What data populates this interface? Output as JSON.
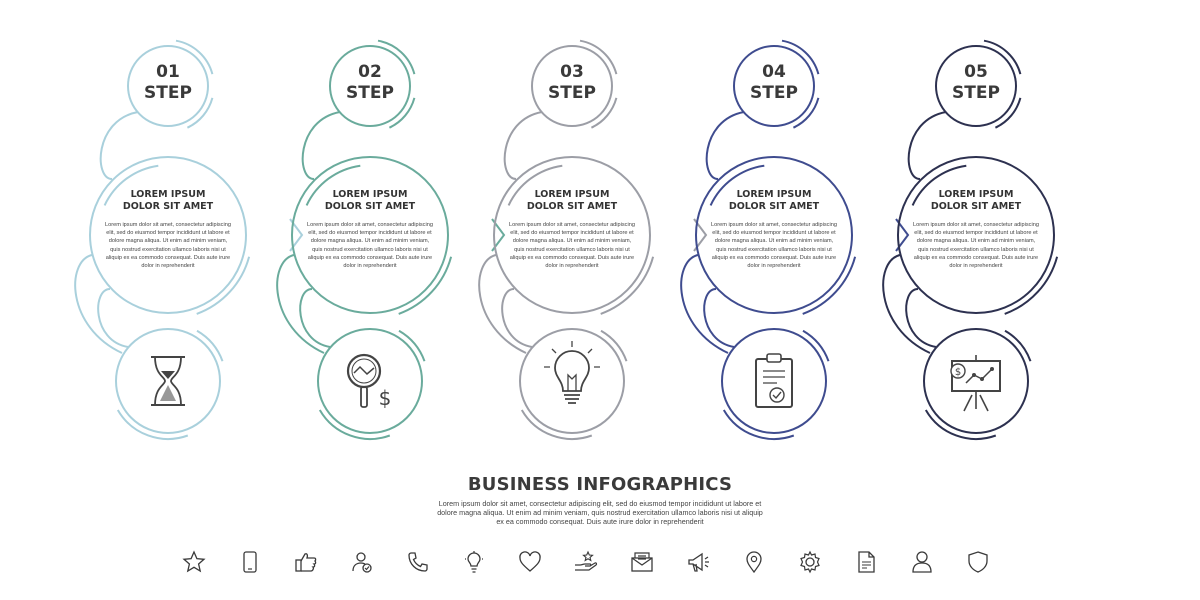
{
  "steps": [
    {
      "number": "01",
      "label": "STEP",
      "title_line1": "LOREM IPSUM",
      "title_line2": "DOLOR SIT AMET",
      "body": "Lorem ipsum dolor sit amet, consectetur adipiscing elit, sed do eiusmod tempor incididunt ut labore et dolore magna aliqua. Ut enim ad minim veniam, quis nostrud exercitation ullamco laboris nisi ut aliquip ex ea commodo consequat. Duis aute irure dolor in reprehenderit",
      "icon": "hourglass-icon",
      "color": "#a9d0dc"
    },
    {
      "number": "02",
      "label": "STEP",
      "title_line1": "LOREM IPSUM",
      "title_line2": "DOLOR SIT AMET",
      "body": "Lorem ipsum dolor sit amet, consectetur adipiscing elit, sed do eiusmod tempor incididunt ut labore et dolore magna aliqua. Ut enim ad minim veniam, quis nostrud exercitation ullamco laboris nisi ut aliquip ex ea commodo consequat. Duis aute irure dolor in reprehenderit",
      "icon": "magnifier-dollar-icon",
      "color": "#6aab9c"
    },
    {
      "number": "03",
      "label": "STEP",
      "title_line1": "LOREM IPSUM",
      "title_line2": "DOLOR SIT AMET",
      "body": "Lorem ipsum dolor sit amet, consectetur adipiscing elit, sed do eiusmod tempor incididunt ut labore et dolore magna aliqua. Ut enim ad minim veniam, quis nostrud exercitation ullamco laboris nisi ut aliquip ex ea commodo consequat. Duis aute irure dolor in reprehenderit",
      "icon": "lightbulb-icon",
      "color": "#9c9ea6"
    },
    {
      "number": "04",
      "label": "STEP",
      "title_line1": "LOREM IPSUM",
      "title_line2": "DOLOR SIT AMET",
      "body": "Lorem ipsum dolor sit amet, consectetur adipiscing elit, sed do eiusmod tempor incididunt ut labore et dolore magna aliqua. Ut enim ad minim veniam, quis nostrud exercitation ullamco laboris nisi ut aliquip ex ea commodo consequat. Duis aute irure dolor in reprehenderit",
      "icon": "clipboard-check-icon",
      "color": "#3f4c8f"
    },
    {
      "number": "05",
      "label": "STEP",
      "title_line1": "LOREM IPSUM",
      "title_line2": "DOLOR SIT AMET",
      "body": "Lorem ipsum dolor sit amet, consectetur adipiscing elit, sed do eiusmod tempor incididunt ut labore et dolore magna aliqua. Ut enim ad minim veniam, quis nostrud exercitation ullamco laboris nisi ut aliquip ex ea commodo consequat. Duis aute irure dolor in reprehenderit",
      "icon": "presentation-chart-icon",
      "color": "#2d3150"
    }
  ],
  "footer": {
    "title": "BUSINESS INFOGRAPHICS",
    "description": "Lorem ipsum dolor sit amet, consectetur adipiscing elit, sed do eiusmod tempor incididunt ut labore et dolore magna aliqua. Ut enim ad minim veniam, quis nostrud exercitation ullamco laboris nisi ut aliquip ex ea commodo consequat. Duis aute irure dolor in reprehenderit"
  },
  "icon_row": [
    "star-icon",
    "smartphone-icon",
    "thumbs-up-icon",
    "user-check-icon",
    "phone-icon",
    "idea-bulb-icon",
    "heart-icon",
    "hand-star-icon",
    "envelope-icon",
    "megaphone-icon",
    "location-pin-icon",
    "gear-icon",
    "document-icon",
    "user-icon",
    "shield-icon"
  ],
  "icon_color": "#3a3a3a"
}
